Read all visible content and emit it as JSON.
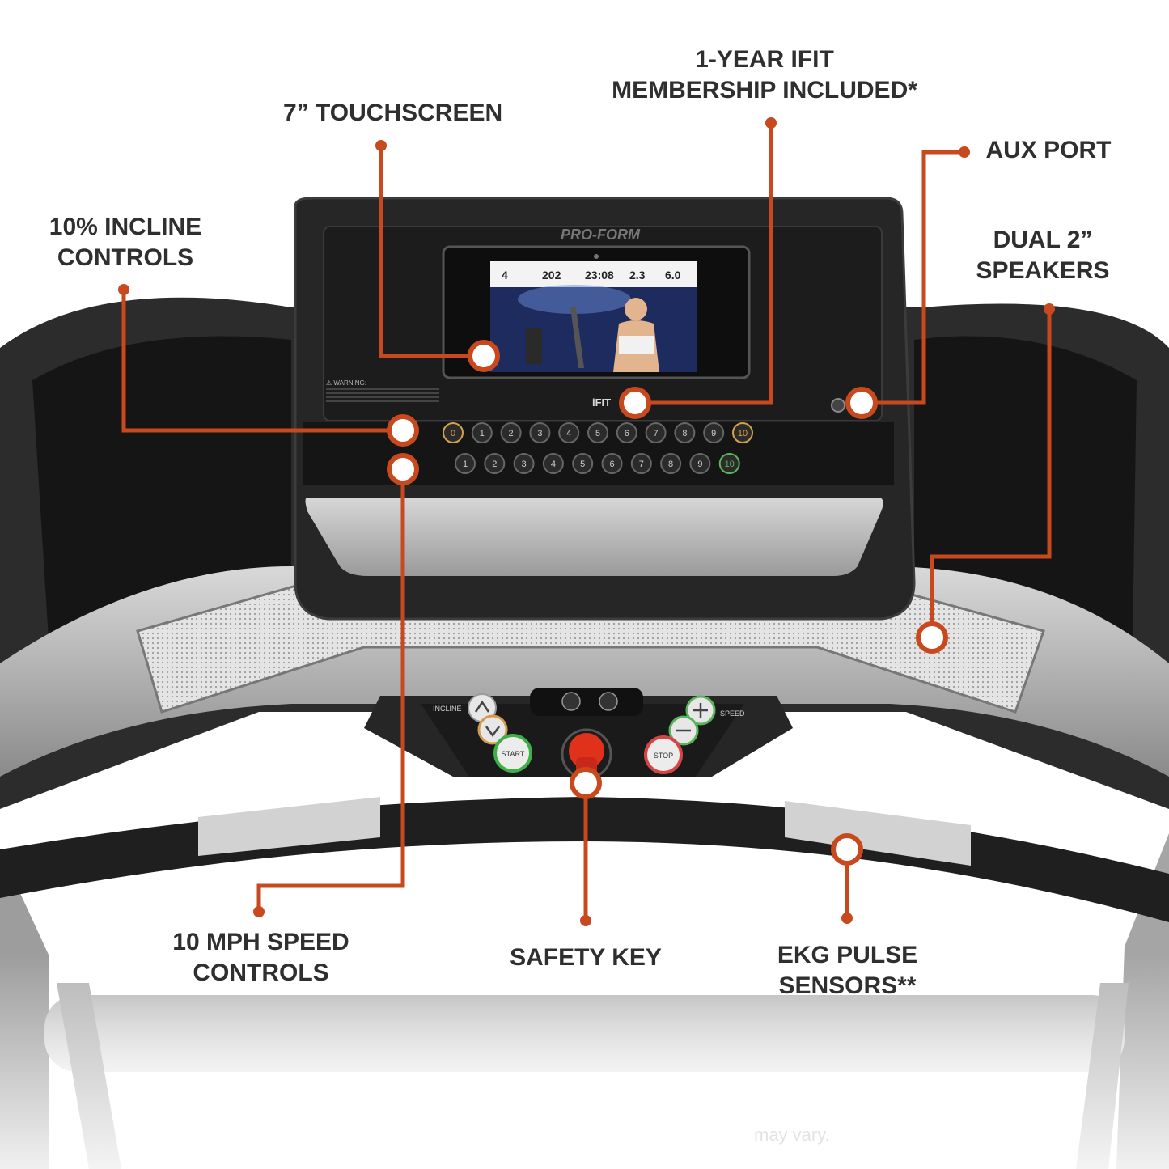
{
  "callouts": {
    "touchscreen": {
      "lines": [
        "7” TOUCHSCREEN"
      ]
    },
    "ifit": {
      "lines": [
        "1-YEAR IFIT",
        "MEMBERSHIP INCLUDED*"
      ]
    },
    "aux": {
      "lines": [
        "AUX PORT"
      ]
    },
    "incline": {
      "lines": [
        "10% INCLINE",
        "CONTROLS"
      ]
    },
    "speakers": {
      "lines": [
        "DUAL 2”",
        "SPEAKERS"
      ]
    },
    "speed": {
      "lines": [
        "10 MPH SPEED",
        "CONTROLS"
      ]
    },
    "safety": {
      "lines": [
        "SAFETY KEY"
      ]
    },
    "ekg": {
      "lines": [
        "EKG PULSE",
        "SENSORS**"
      ]
    }
  },
  "console": {
    "brand": "PRO-FORM",
    "ifit_logo": "iFIT",
    "warning_title": "⚠ WARNING:",
    "screen_stats": [
      "4",
      "202",
      "23:08",
      "2.3",
      "6.0"
    ],
    "incline_keys": [
      "0",
      "1",
      "2",
      "3",
      "4",
      "5",
      "6",
      "7",
      "8",
      "9",
      "10"
    ],
    "speed_keys": [
      "1",
      "2",
      "3",
      "4",
      "5",
      "6",
      "7",
      "8",
      "9",
      "10"
    ],
    "labels": {
      "incline": "INCLINE",
      "speed": "SPEED",
      "start": "START",
      "stop": "STOP"
    }
  },
  "footnote": {
    "right": "may vary."
  },
  "colors": {
    "accent": "#c9491f",
    "text": "#2f2f2f"
  }
}
